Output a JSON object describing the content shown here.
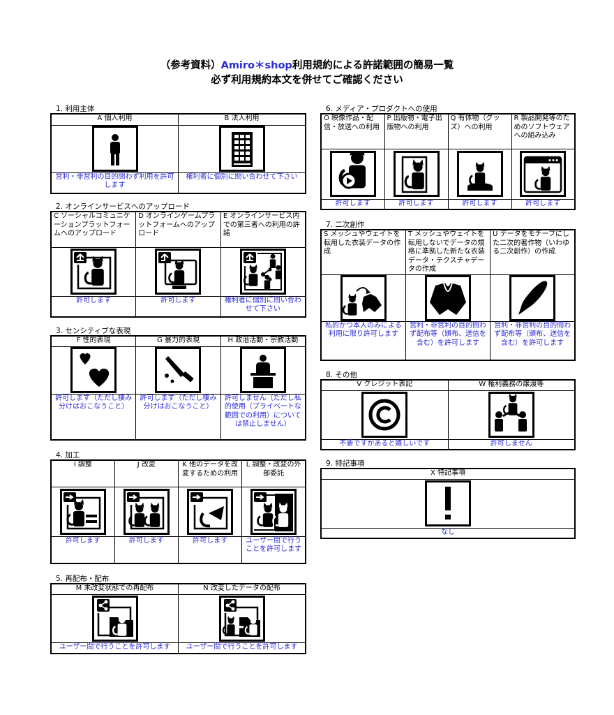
{
  "header": {
    "line1_prefix": "（参考資料）",
    "brand": "Amiro＊shop",
    "line1_suffix": "利用規約による許諾範囲の簡易一覧",
    "line2": "必ず利用規約本文を併せてご確認ください"
  },
  "colors": {
    "accent": "#2a2ad8",
    "ink": "#000000"
  },
  "sections": [
    {
      "title": "1. 利用主体",
      "items": [
        {
          "label": "A 個人利用",
          "icon": "person-icon",
          "text": "営利・非営利の目的問わず利用を許可します"
        },
        {
          "label": "B 法人利用",
          "icon": "building-icon",
          "text": "権利者に個別に問い合わせて下さい"
        }
      ]
    },
    {
      "title": "2. オンラインサービスへのアップロード",
      "items": [
        {
          "label": "C ソーシャルコミュニケーションプラットフォームへのアップロード",
          "icon": "upload-cat-icon",
          "text": "許可します"
        },
        {
          "label": "D オンラインゲームプラットフォームへのアップロード",
          "icon": "upload-monitor-icon",
          "text": "許可します"
        },
        {
          "label": "E オンラインサービス内での第三者への利用の許諾",
          "icon": "upload-share-icon",
          "text": "権利者に個別に問い合わせて下さい"
        }
      ]
    },
    {
      "title": "3. センシティブな表現",
      "items": [
        {
          "label": "F 性的表現",
          "icon": "hearts-icon",
          "text": "許可します（ただし棲み分けはおこなうこと）"
        },
        {
          "label": "G 暴力的表現",
          "icon": "knife-icon",
          "text": "許可します（ただし棲み分けはおこなうこと）"
        },
        {
          "label": "H 政治活動・宗教活動",
          "icon": "podium-icon",
          "text": "許可しません（ただし私的使用（プライベートな範囲での利用）については禁止しません）"
        }
      ]
    },
    {
      "title": "4. 加工",
      "items": [
        {
          "label": "I 調整",
          "icon": "adjust-icon",
          "text": "許可します"
        },
        {
          "label": "J 改変",
          "icon": "modify-icon",
          "text": "許可します"
        },
        {
          "label": "K 他のデータを改変するための利用",
          "icon": "parts-icon",
          "text": "許可します"
        },
        {
          "label": "L 調整・改変の外部委託",
          "icon": "outsource-icon",
          "text": "ユーザー間で行うことを許可します"
        }
      ]
    },
    {
      "title": "5. 再配布・配布",
      "items": [
        {
          "label": "M 未改変状態での再配布",
          "icon": "share-folder-icon",
          "text": "ユーザー間で行うことを許可します"
        },
        {
          "label": "N 改変したデータの配布",
          "icon": "share-modified-icon",
          "text": "ユーザー間で行うことを許可します"
        }
      ]
    },
    {
      "title": "6. メディア・プロダクトへの使用",
      "items": [
        {
          "label": "O 映像作品・配信・放送への利用",
          "icon": "video-icon",
          "text": "許可します"
        },
        {
          "label": "P 出版物・電子出版物への利用",
          "icon": "publication-icon",
          "text": "許可します"
        },
        {
          "label": "Q 有体物（グッズ）への利用",
          "icon": "figure-icon",
          "text": "許可します"
        },
        {
          "label": "R 製品開発等のためのソフトウェアへの組み込み",
          "icon": "software-icon",
          "text": "許可します"
        }
      ]
    },
    {
      "title": "7. 二次創作",
      "items": [
        {
          "label": "S メッシュやウェイトを転用した衣装データの作成",
          "icon": "clothes-convert-icon",
          "text": "私的かつ本人のみによる利用に限り許可します"
        },
        {
          "label": "T メッシュやウェイトを転用しないでデータの規格に準拠した新たな衣装データ・テクスチャデータの作成",
          "icon": "clothes-icon",
          "text": "営利・非営利の目的問わず配布等（頒布、送信を含む）を許可します"
        },
        {
          "label": "U データをモチーフにした二次的著作物（いわゆる二次創作）の作成",
          "icon": "pen-icon",
          "text": "営利・非営利の目的問わず配布等（頒布、送信を含む）を許可します"
        }
      ]
    },
    {
      "title": "8. その他",
      "items": [
        {
          "label": "V クレジット表記",
          "icon": "copyright-icon",
          "text": "不要ですがあると嬉しいです"
        },
        {
          "label": "W 権利義務の譲渡等",
          "icon": "transfer-icon",
          "text": "許可しません"
        }
      ]
    },
    {
      "title": "9. 特記事項",
      "items": [
        {
          "label": "X 特記事項",
          "icon": "exclamation-icon",
          "text": "なし"
        }
      ]
    }
  ]
}
